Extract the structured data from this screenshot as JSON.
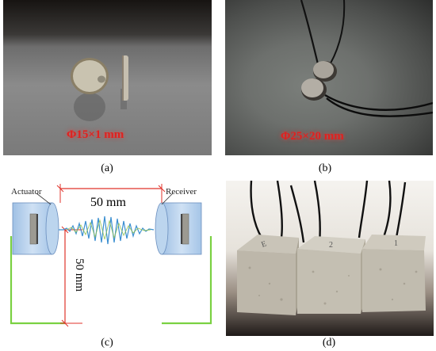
{
  "figure": {
    "panels": [
      {
        "id": "a",
        "label": "(a)",
        "caption": "Φ15×1 mm"
      },
      {
        "id": "b",
        "label": "(b)",
        "caption": "Φ25×20 mm"
      },
      {
        "id": "c",
        "label": "(c)",
        "diagram": {
          "left_label": "Actuator",
          "right_label": "Receiver",
          "horizontal_dimension": "50 mm",
          "vertical_dimension": "50 mm"
        }
      },
      {
        "id": "d",
        "label": "(d)",
        "block_marks": [
          "E",
          "2",
          "1"
        ]
      }
    ],
    "colors": {
      "caption_red": "#e0211f",
      "dimension_red": "#e0332b",
      "wire_green": "#7ad142",
      "transducer_blue": "#b9d4ee"
    }
  }
}
